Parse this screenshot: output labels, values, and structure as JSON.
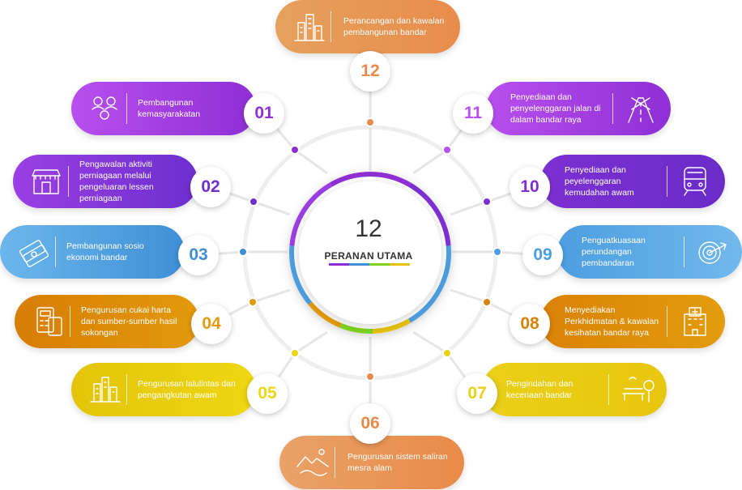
{
  "center": {
    "title": "12",
    "subtitle": "PERANAN UTAMA"
  },
  "items": [
    {
      "num": "01",
      "label": "Pembangunan kemasyarakatan",
      "color": "#8e2fd4",
      "color2": "#b84fee",
      "icon": "community-people-icon"
    },
    {
      "num": "02",
      "label": "Pengawalan aktiviti perniagaan melalui pengeluaran lessen perniagaan",
      "color": "#6d2fcf",
      "color2": "#9a3fe3",
      "icon": "storefront-icon"
    },
    {
      "num": "03",
      "label": "Pembangunan sosio ekonomi bandar",
      "color": "#3e8fd6",
      "color2": "#6cb6ec",
      "icon": "money-banknotes-icon"
    },
    {
      "num": "04",
      "label": "Pengurusan cukai harta dan sumber-sumber hasil sokongan",
      "color": "#e29a0b",
      "color2": "#d77d05",
      "icon": "calculator-tax-icon"
    },
    {
      "num": "05",
      "label": "Pengurusan lalulintas dan pengangkutan awam",
      "color": "#eed712",
      "color2": "#e3c40a",
      "icon": "city-traffic-icon"
    },
    {
      "num": "06",
      "label": "Pengurusan sistem saliran mesra alam",
      "color": "#e98a48",
      "color2": "#e9a268",
      "icon": "landscape-drainage-icon"
    },
    {
      "num": "07",
      "label": "Pengindahan dan keceriaan bandar",
      "color": "#ead017",
      "color2": "#e7c70d",
      "icon": "park-bench-icon"
    },
    {
      "num": "08",
      "label": "Menyediakan Perkhidmatan & kawalan kesihatan bandar raya",
      "color": "#d98207",
      "color2": "#e39c0c",
      "icon": "hospital-building-icon"
    },
    {
      "num": "09",
      "label": "Penguatkuasaan perundangan pembandaran",
      "color": "#4d9ee0",
      "color2": "#71b8ec",
      "icon": "target-enforcement-icon"
    },
    {
      "num": "10",
      "label": "Penyediaan dan peyelenggaran kemudahan awam",
      "color": "#7c30d2",
      "color2": "#6a2cc8",
      "icon": "train-transit-icon"
    },
    {
      "num": "11",
      "label": "Penyediaan dan penyelenggaran jalan di dalam bandar raya",
      "color": "#b84fee",
      "color2": "#8e2fd4",
      "icon": "road-maintenance-icon"
    },
    {
      "num": "12",
      "label": "Perancangan dan kawalan pembangunan bandar",
      "color": "#e88c4c",
      "color2": "#e6a15c",
      "icon": "city-buildings-icon"
    }
  ]
}
